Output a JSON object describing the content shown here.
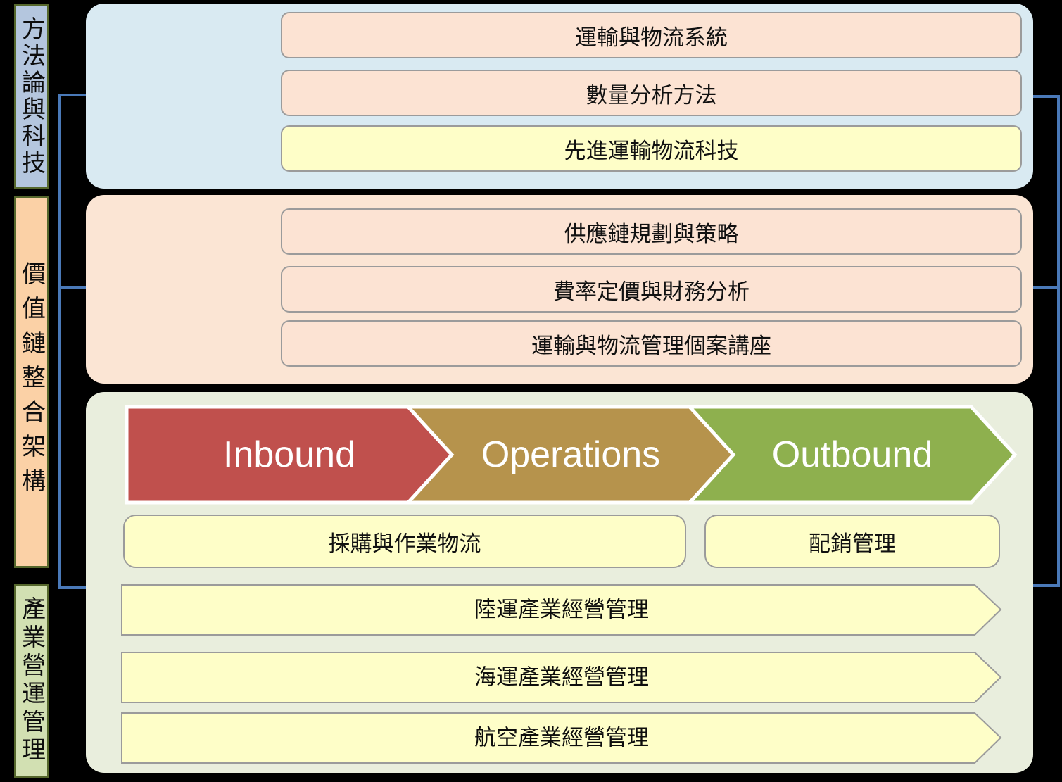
{
  "side_labels": [
    {
      "label": "方法論與科技"
    },
    {
      "label": "價值鏈整合架構"
    },
    {
      "label": "產業營運管理"
    }
  ],
  "top_panel": {
    "rows": [
      "運輸與物流系統",
      "數量分析方法",
      "先進運輸物流科技"
    ]
  },
  "mid_panel": {
    "rows": [
      "供應鏈規劃與策略",
      "費率定價與財務分析",
      "運輸與物流管理個案講座"
    ]
  },
  "bottom_panel": {
    "chevrons": [
      {
        "label": "Inbound",
        "color": "#c0504d"
      },
      {
        "label": "Operations",
        "color": "#b6934c"
      },
      {
        "label": "Outbound",
        "color": "#8eb04e"
      }
    ],
    "boxes": [
      "採購與作業物流",
      "配銷管理"
    ],
    "banners": [
      "陸運產業經營管理",
      "海運產業經營管理",
      "航空產業經營管理"
    ]
  },
  "colors": {
    "label_blue": "#b4c6de",
    "label_peach": "#fbd1a6",
    "label_green": "#d2e0b2",
    "label_border": "#55672c",
    "panel_blue": "#d9eaf2",
    "panel_peach": "#fbe5d4",
    "panel_sage": "#e9eedd",
    "box_peach": "#fce3d3",
    "box_yellow": "#fefec8",
    "box_border": "#9b9b9b",
    "connector_blue": "#4a79b8"
  }
}
